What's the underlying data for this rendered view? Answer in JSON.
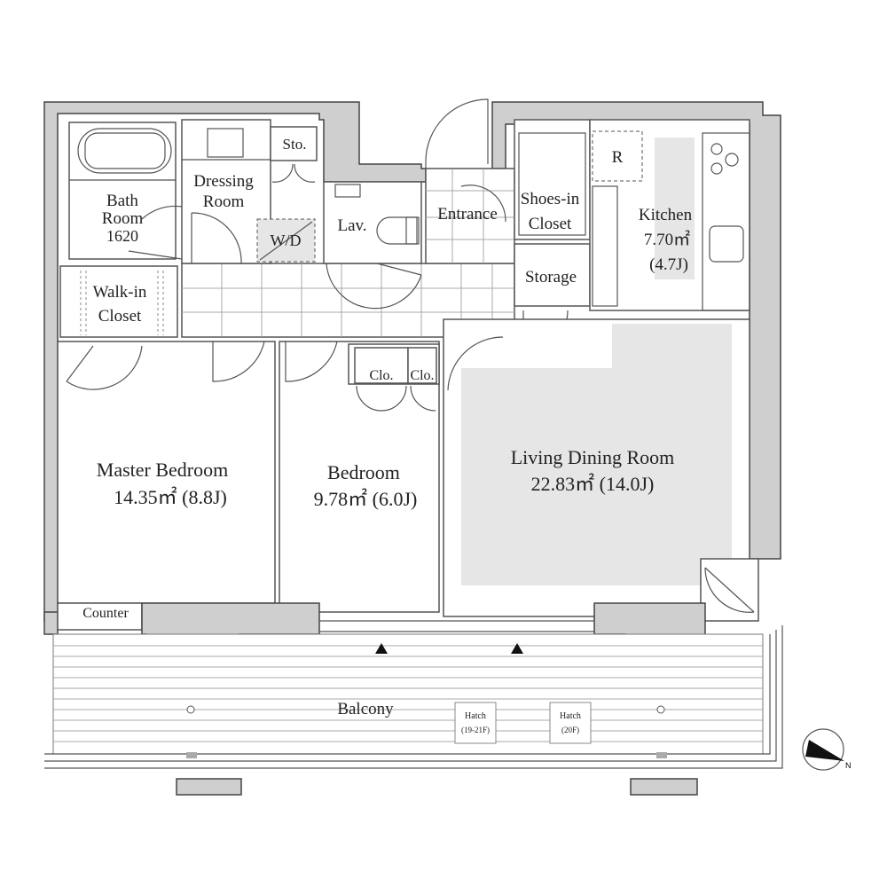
{
  "rooms": {
    "bath": {
      "name1": "Bath",
      "name2": "Room",
      "size": "1620"
    },
    "dressing": {
      "name1": "Dressing",
      "name2": "Room"
    },
    "storage_small": "Sto.",
    "washer_dryer": "W/D",
    "lavatory": "Lav.",
    "entrance": "Entrance",
    "shoes_closet": {
      "name1": "Shoes-in",
      "name2": "Closet"
    },
    "storage": "Storage",
    "kitchen": {
      "name": "Kitchen",
      "area": "7.70㎡",
      "jo": "(4.7J)"
    },
    "refrigerator": "R",
    "walk_in_closet": {
      "name1": "Walk-in",
      "name2": "Closet"
    },
    "closet_a": "Clo.",
    "closet_b": "Clo.",
    "master_bedroom": {
      "name": "Master Bedroom",
      "area": "14.35㎡ (8.8J)"
    },
    "bedroom": {
      "name": "Bedroom",
      "area": "9.78㎡ (6.0J)"
    },
    "living": {
      "name": "Living Dining Room",
      "area": "22.83㎡ (14.0J)"
    },
    "counter": "Counter",
    "balcony": "Balcony",
    "hatch1": {
      "name": "Hatch",
      "floors": "(19-21F)"
    },
    "hatch2": {
      "name": "Hatch",
      "floors": "(20F)"
    }
  },
  "compass": {
    "label": "N"
  },
  "colors": {
    "wall": "#cfcfcf",
    "floor_highlight": "#e6e6e6",
    "line": "#555555"
  }
}
